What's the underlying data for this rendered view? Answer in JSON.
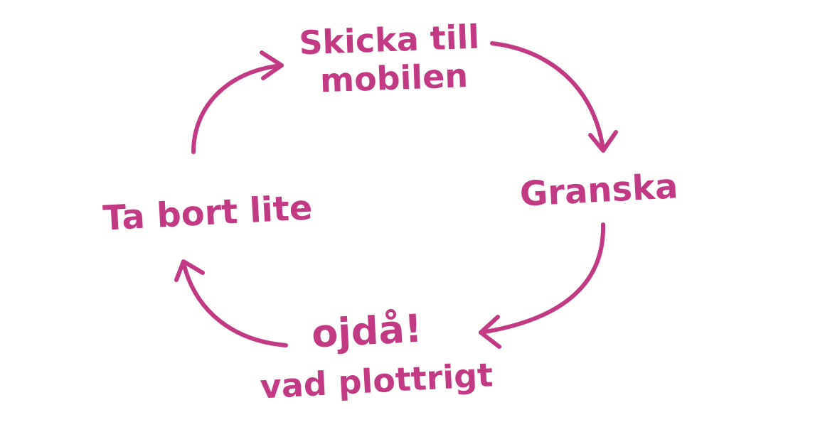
{
  "diagram": {
    "type": "cycle",
    "accent_color": "#c23a84",
    "nodes": [
      {
        "id": "send",
        "lines": [
          "Skicka till",
          "mobilen"
        ]
      },
      {
        "id": "review",
        "lines": [
          "Granska"
        ]
      },
      {
        "id": "oops",
        "lines": [
          "ojdå!",
          "vad plottrigt"
        ]
      },
      {
        "id": "remove",
        "lines": [
          "Ta bort lite"
        ]
      }
    ],
    "edges": [
      {
        "from": "send",
        "to": "review"
      },
      {
        "from": "review",
        "to": "oops"
      },
      {
        "from": "oops",
        "to": "remove"
      },
      {
        "from": "remove",
        "to": "send"
      }
    ]
  }
}
